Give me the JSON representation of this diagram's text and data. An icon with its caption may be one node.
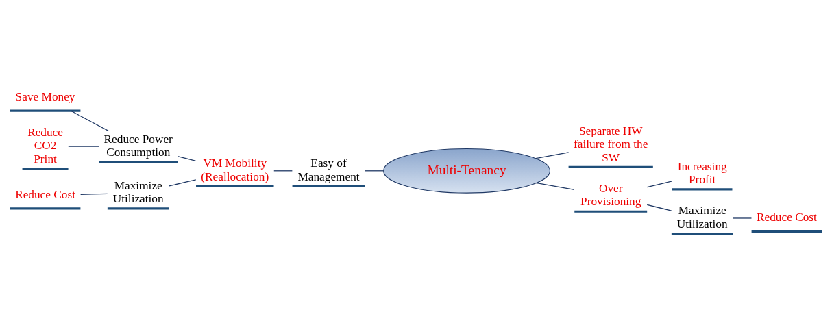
{
  "diagram": {
    "nodes": [
      {
        "text": [
          "Multi-Tenancy"
        ]
      },
      {
        "text": [
          "Easy of Management"
        ]
      },
      {
        "text": [
          "VM Mobility (Reallocation)"
        ]
      },
      {
        "text": [
          "Reduce Power Consumption"
        ]
      },
      {
        "text": [
          "Save Money"
        ]
      },
      {
        "text": [
          "Reduce CO2 Print"
        ]
      },
      {
        "text": [
          "Maximize Utilization"
        ]
      },
      {
        "text": [
          "Reduce Cost"
        ]
      },
      {
        "text": [
          "Separate HW failure from the SW"
        ]
      },
      {
        "text": [
          "Over Provisioning"
        ]
      },
      {
        "text": [
          "Increasing Profit"
        ]
      },
      {
        "text": [
          "Maximize Utilization"
        ]
      },
      {
        "text": [
          "Reduce Cost"
        ]
      }
    ],
    "edges": [
      {
        "from": 1,
        "to": 0,
        "arrow": "none"
      },
      {
        "from": 2,
        "to": 1,
        "arrow": "none"
      },
      {
        "from": 3,
        "to": 2,
        "arrow": "none"
      },
      {
        "from": 4,
        "to": 3,
        "arrow": "none"
      },
      {
        "from": 5,
        "to": 3,
        "arrow": "none"
      },
      {
        "from": 6,
        "to": 2,
        "arrow": "none"
      },
      {
        "from": 7,
        "to": 6,
        "arrow": "none"
      },
      {
        "from": 0,
        "to": 8,
        "arrow": "none"
      },
      {
        "from": 0,
        "to": 9,
        "arrow": "none"
      },
      {
        "from": 9,
        "to": 10,
        "arrow": "none"
      },
      {
        "from": 9,
        "to": 11,
        "arrow": "none"
      },
      {
        "from": 11,
        "to": 12,
        "arrow": "none"
      }
    ]
  }
}
